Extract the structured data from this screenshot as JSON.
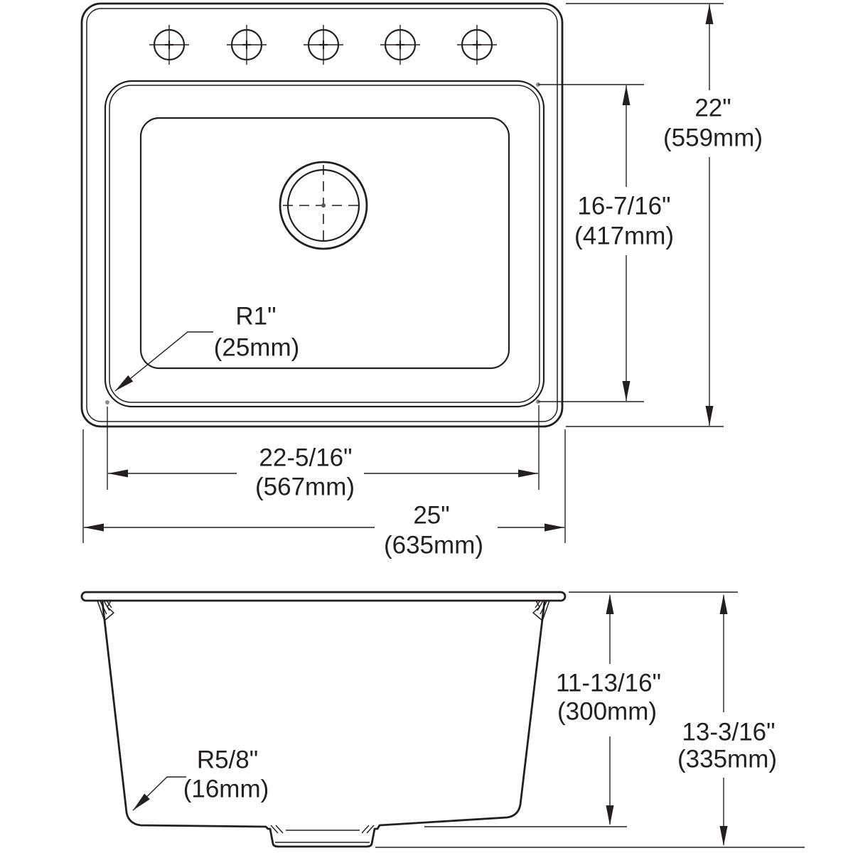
{
  "drawing": {
    "title": "sink-technical-drawing",
    "colors": {
      "ink": "#231f20",
      "background": "#ffffff"
    },
    "top_view": {
      "overall_depth": {
        "in": "22\"",
        "mm": "(559mm)"
      },
      "bowl_depth": {
        "in": "16-7/16\"",
        "mm": "(417mm)"
      },
      "corner_radius": {
        "in": "R1\"",
        "mm": "(25mm)"
      },
      "bowl_width": {
        "in": "22-5/16\"",
        "mm": "(567mm)"
      },
      "overall_width": {
        "in": "25\"",
        "mm": "(635mm)"
      }
    },
    "side_view": {
      "inner_depth": {
        "in": "11-13/16\"",
        "mm": "(300mm)"
      },
      "overall_height": {
        "in": "13-3/16\"",
        "mm": "(335mm)"
      },
      "bottom_radius": {
        "in": "R5/8\"",
        "mm": "(16mm)"
      }
    }
  }
}
